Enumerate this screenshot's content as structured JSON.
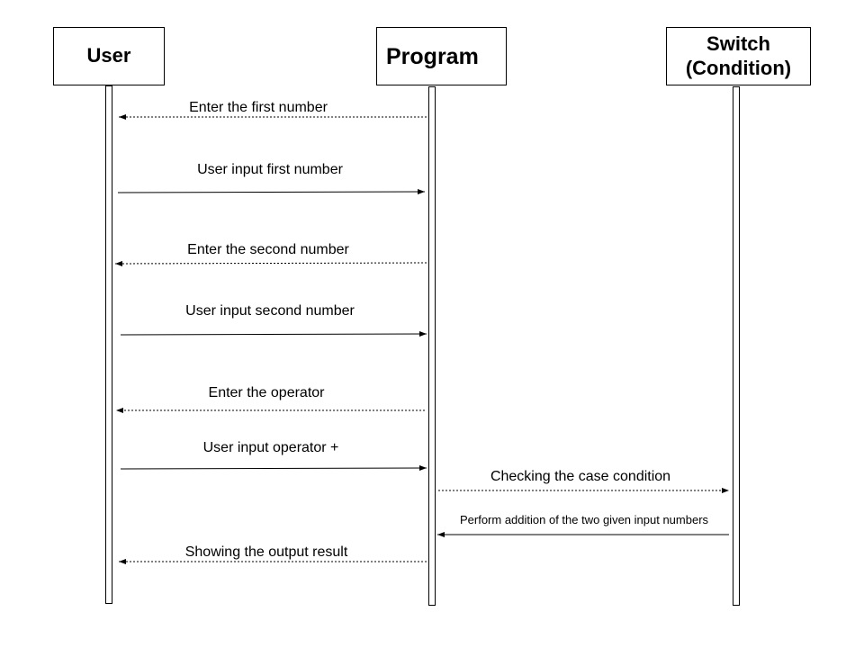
{
  "participants": [
    {
      "name": "User"
    },
    {
      "name": "Program"
    },
    {
      "name": "Switch (Condition)",
      "line1": "Switch",
      "line2": "(Condition)"
    }
  ],
  "messages": [
    {
      "label": "Enter the first number",
      "from": "Program",
      "to": "User",
      "style": "dotted"
    },
    {
      "label": "User input first number",
      "from": "User",
      "to": "Program",
      "style": "solid"
    },
    {
      "label": "Enter the second number",
      "from": "Program",
      "to": "User",
      "style": "dotted"
    },
    {
      "label": "User input second number",
      "from": "User",
      "to": "Program",
      "style": "solid"
    },
    {
      "label": "Enter the operator",
      "from": "Program",
      "to": "User",
      "style": "dotted"
    },
    {
      "label": "User input operator +",
      "from": "User",
      "to": "Program",
      "style": "solid"
    },
    {
      "label": "Checking the case condition",
      "from": "Program",
      "to": "Switch (Condition)",
      "style": "dotted"
    },
    {
      "label": "Perform addition of the two given input numbers",
      "from": "Switch (Condition)",
      "to": "Program",
      "style": "solid"
    },
    {
      "label": "Showing the output result",
      "from": "Program",
      "to": "User",
      "style": "dotted"
    }
  ]
}
